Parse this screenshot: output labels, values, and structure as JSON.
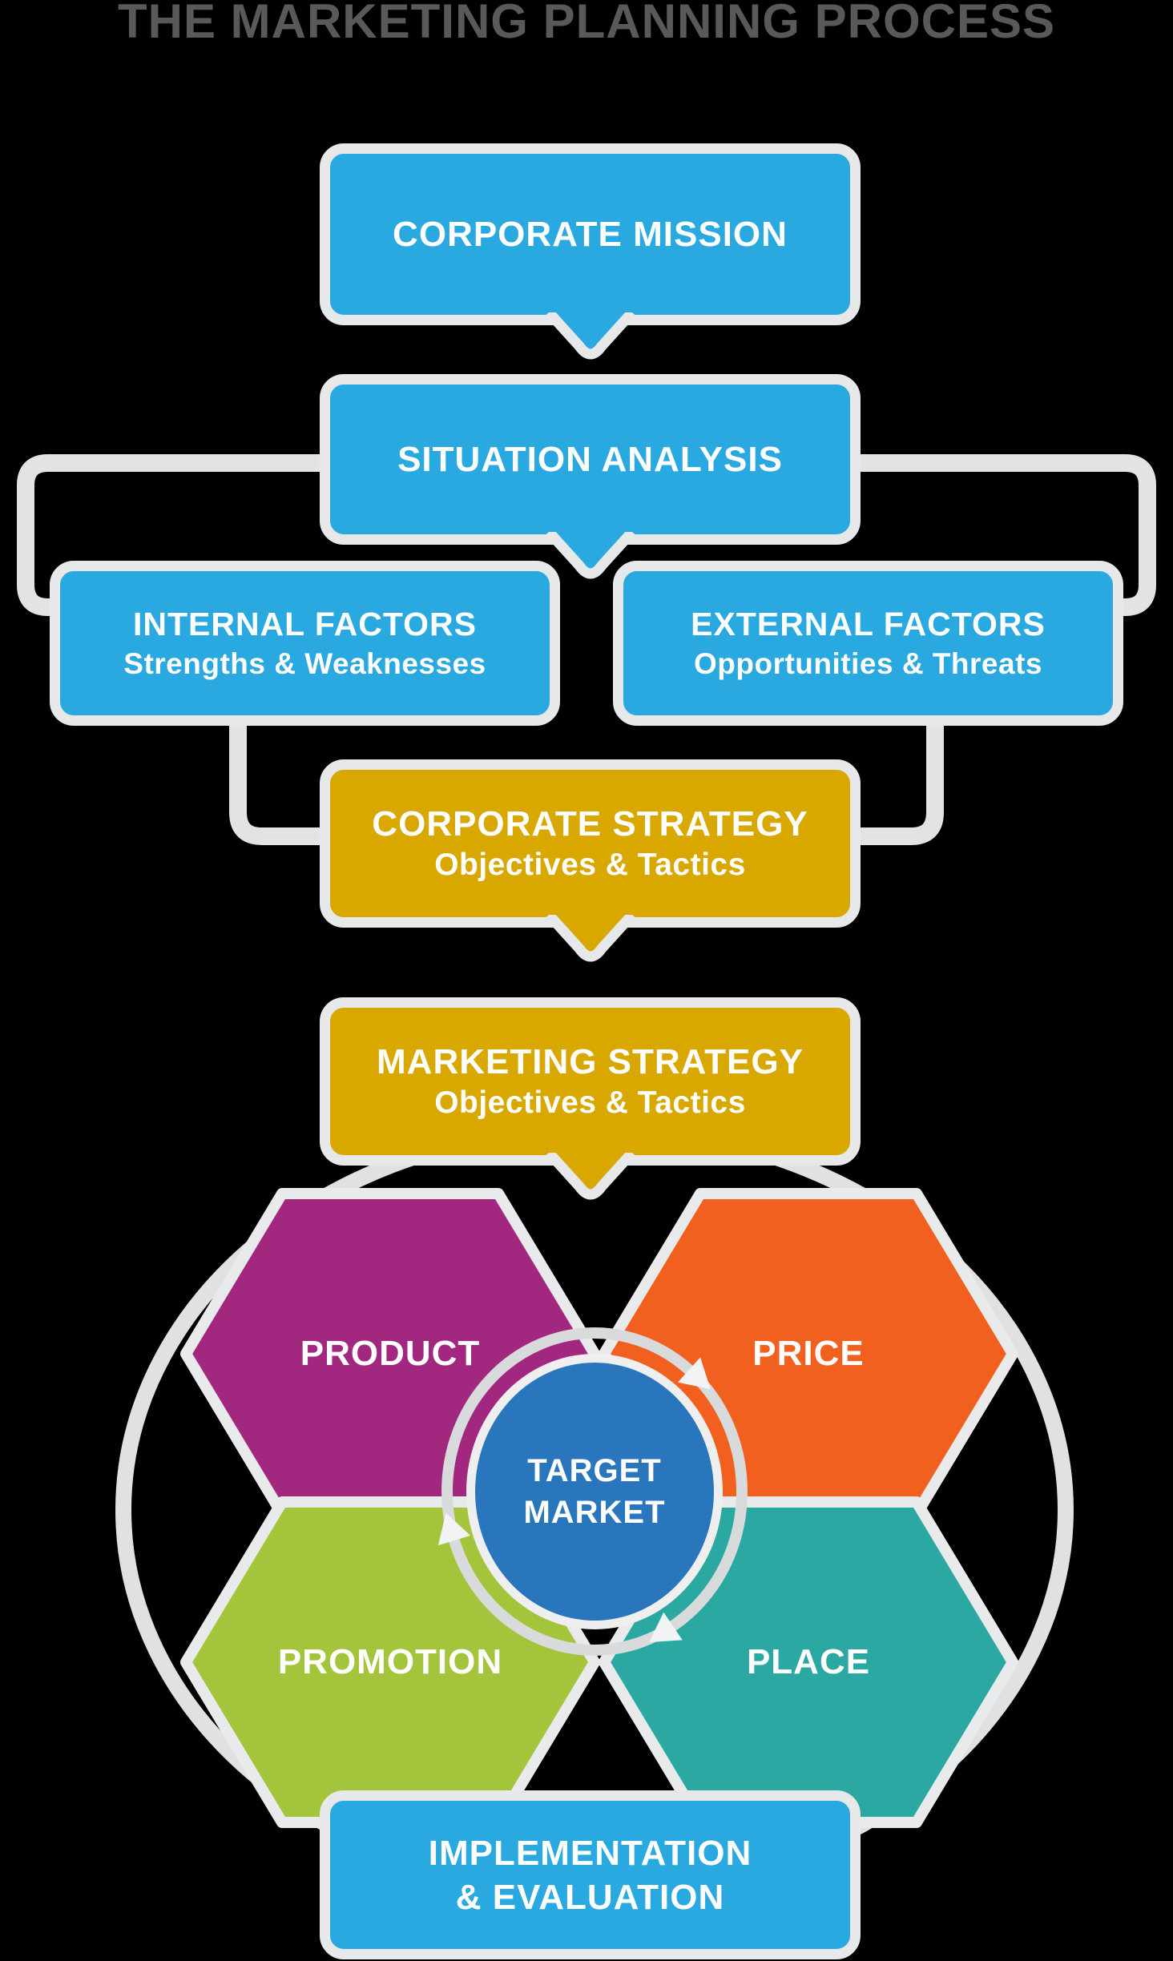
{
  "title": "THE MARKETING PLANNING PROCESS",
  "boxes": {
    "corporate_mission": {
      "label": "CORPORATE MISSION"
    },
    "situation_analysis": {
      "label": "SITUATION ANALYSIS"
    },
    "internal_factors": {
      "title": "INTERNAL FACTORS",
      "subtitle": "Strengths & Weaknesses"
    },
    "external_factors": {
      "title": "EXTERNAL FACTORS",
      "subtitle": "Opportunities & Threats"
    },
    "corporate_strategy": {
      "title": "CORPORATE STRATEGY",
      "subtitle": "Objectives & Tactics"
    },
    "marketing_strategy": {
      "title": "MARKETING STRATEGY",
      "subtitle": "Objectives & Tactics"
    },
    "implementation": {
      "line1": "IMPLEMENTATION",
      "line2": "& EVALUATION"
    }
  },
  "marketing_mix": {
    "product": {
      "label": "PRODUCT"
    },
    "price": {
      "label": "PRICE"
    },
    "promotion": {
      "label": "PROMOTION"
    },
    "place": {
      "label": "PLACE"
    },
    "target_market": {
      "line1": "TARGET",
      "line2": "MARKET"
    }
  },
  "colors": {
    "background": "#000000",
    "title_gray": "#58595B",
    "connector_gray": "#E2E3E4",
    "box_border_gray": "#E7E8E9",
    "blue": "#29A9E0",
    "gold": "#D8A800",
    "purple": "#A1277F",
    "orange": "#F2601F",
    "green": "#A4C43C",
    "teal": "#2BA8A1",
    "target_blue": "#2A76BC"
  }
}
